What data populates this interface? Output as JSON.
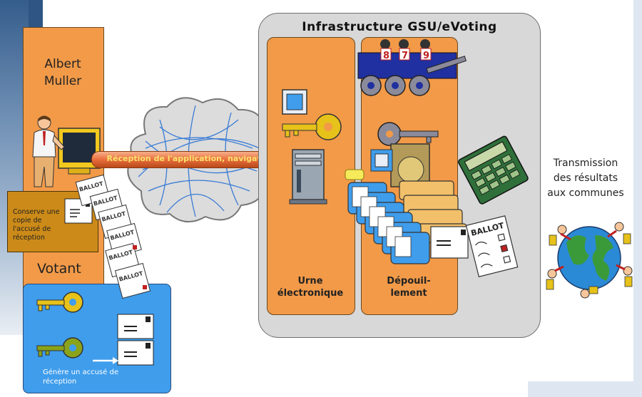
{
  "voter": {
    "name_line1": "Albert",
    "name_line2": "Muller",
    "role_label": "Votant",
    "receipt_copy_text": "Conserve une copie de l'accusé de réception",
    "generate_receipt_text": "Génère un accusé de réception"
  },
  "network": {
    "app_bar_label": "Réception de l'application, navigateur"
  },
  "infrastructure": {
    "title": "Infrastructure GSU/eVoting",
    "urne_label_line1": "Urne",
    "urne_label_line2": "électronique",
    "depouil_label_line1": "Dépouil-",
    "depouil_label_line2": "lement",
    "committee_numbers": [
      "8",
      "7",
      "9"
    ]
  },
  "ballot_text": "BALLOT",
  "transmission": {
    "line1": "Transmission",
    "line2": "des résultats",
    "line3": "aux communes"
  },
  "colors": {
    "orange": "#f29a48",
    "gold": "#cc8a18",
    "blue": "#3f9dec",
    "gray": "#d8d8d8"
  },
  "icons": [
    "voter-person-icon",
    "computer-icon",
    "network-cloud-icon",
    "key-icon",
    "server-icon",
    "ballot-icon",
    "envelope-icon",
    "calculator-icon",
    "globe-icon",
    "dvd-icon"
  ]
}
